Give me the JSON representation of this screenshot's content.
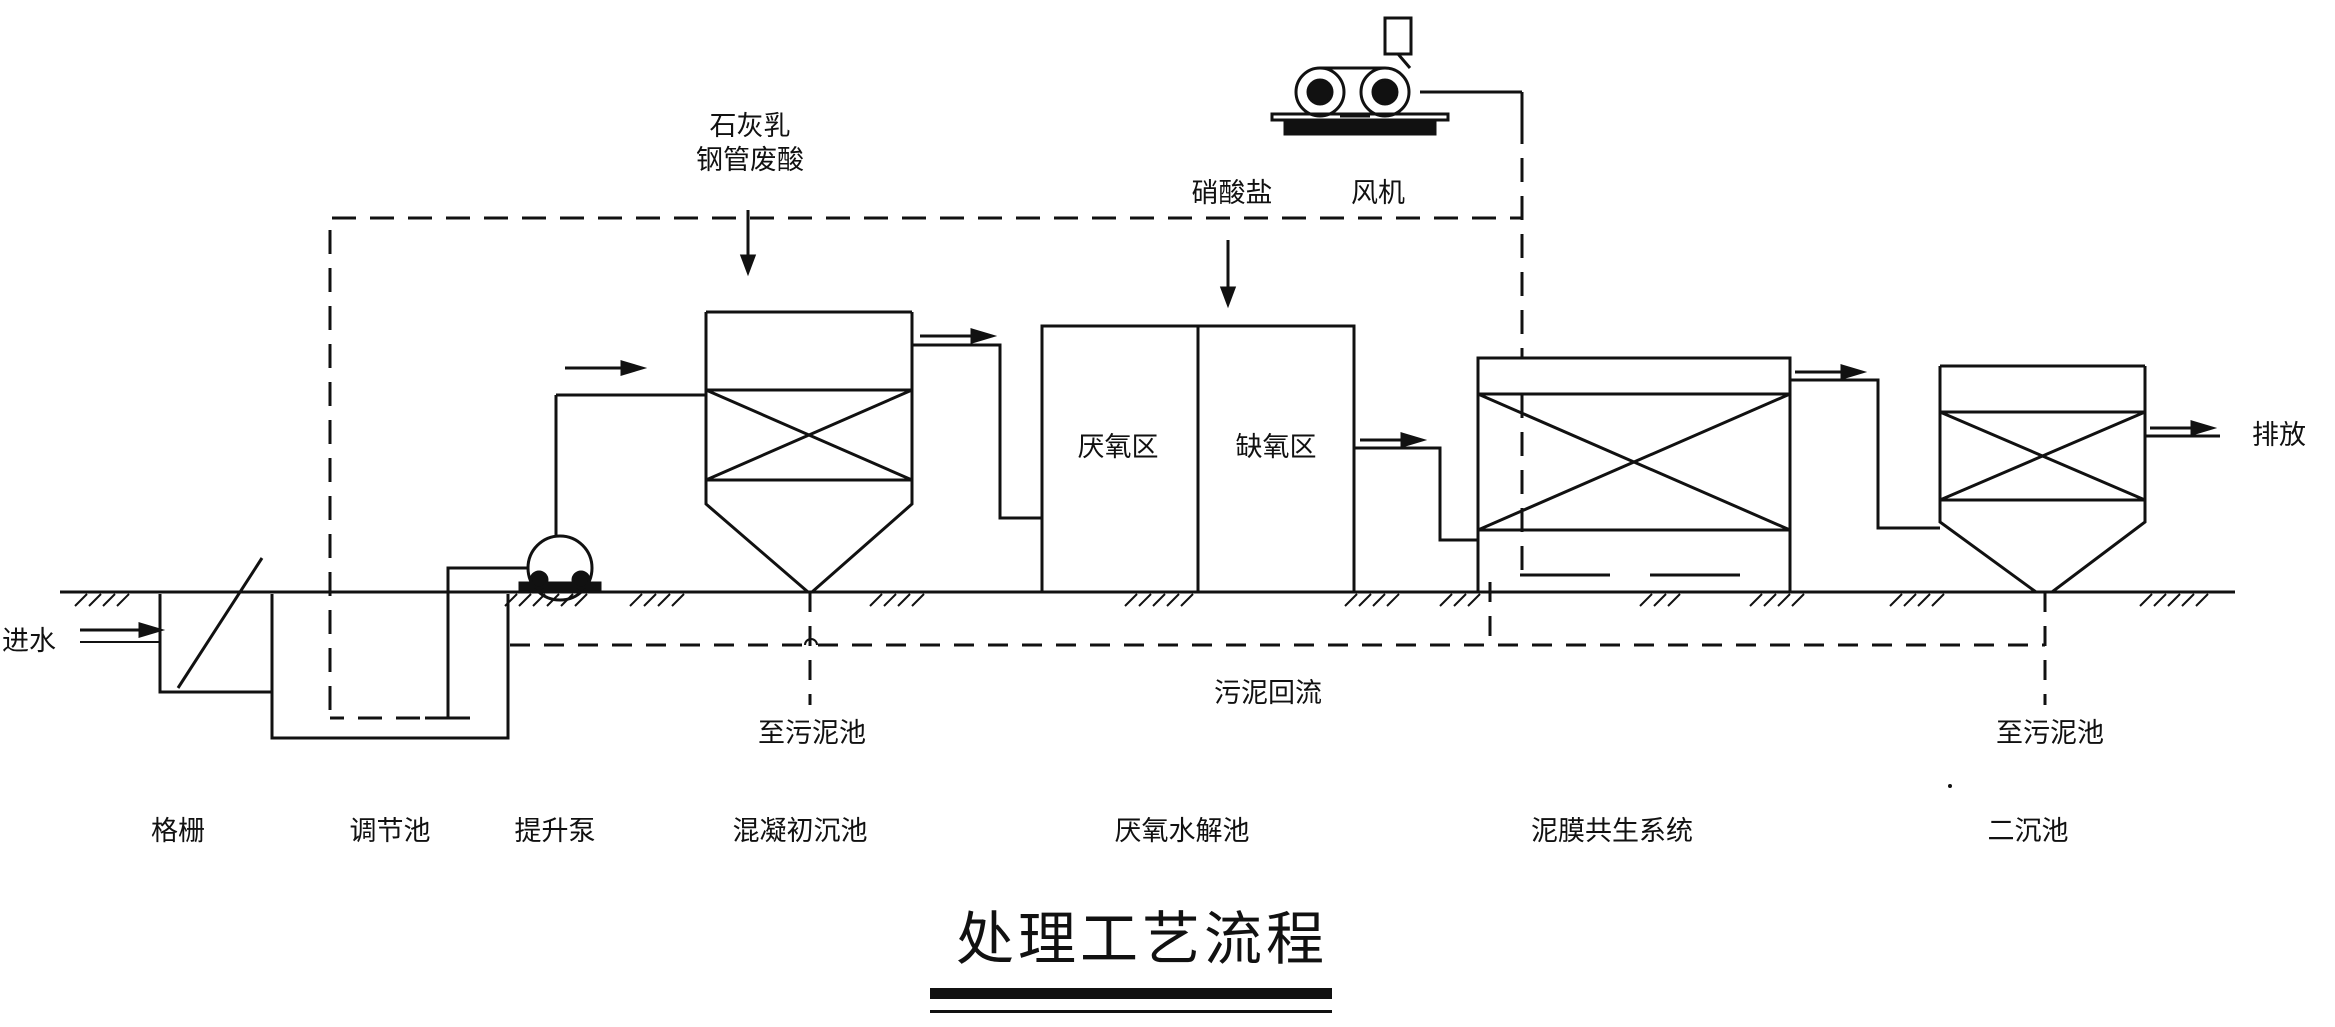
{
  "chemicals": {
    "lime_line1": "石灰乳",
    "lime_line2": "钢管废酸",
    "nitrate": "硝酸盐",
    "blower": "风机"
  },
  "zones": {
    "anaerobic": "厌氧区",
    "anoxic": "缺氧区"
  },
  "flow": {
    "inlet": "进水",
    "discharge": "排放",
    "sludge_return": "污泥回流",
    "to_sludge_pond_1": "至污泥池",
    "to_sludge_pond_2": "至污泥池"
  },
  "units": [
    "格栅",
    "调节池",
    "提升泵",
    "混凝初沉池",
    "厌氧水解池",
    "泥膜共生系统",
    "二沉池"
  ],
  "title": "处理工艺流程"
}
